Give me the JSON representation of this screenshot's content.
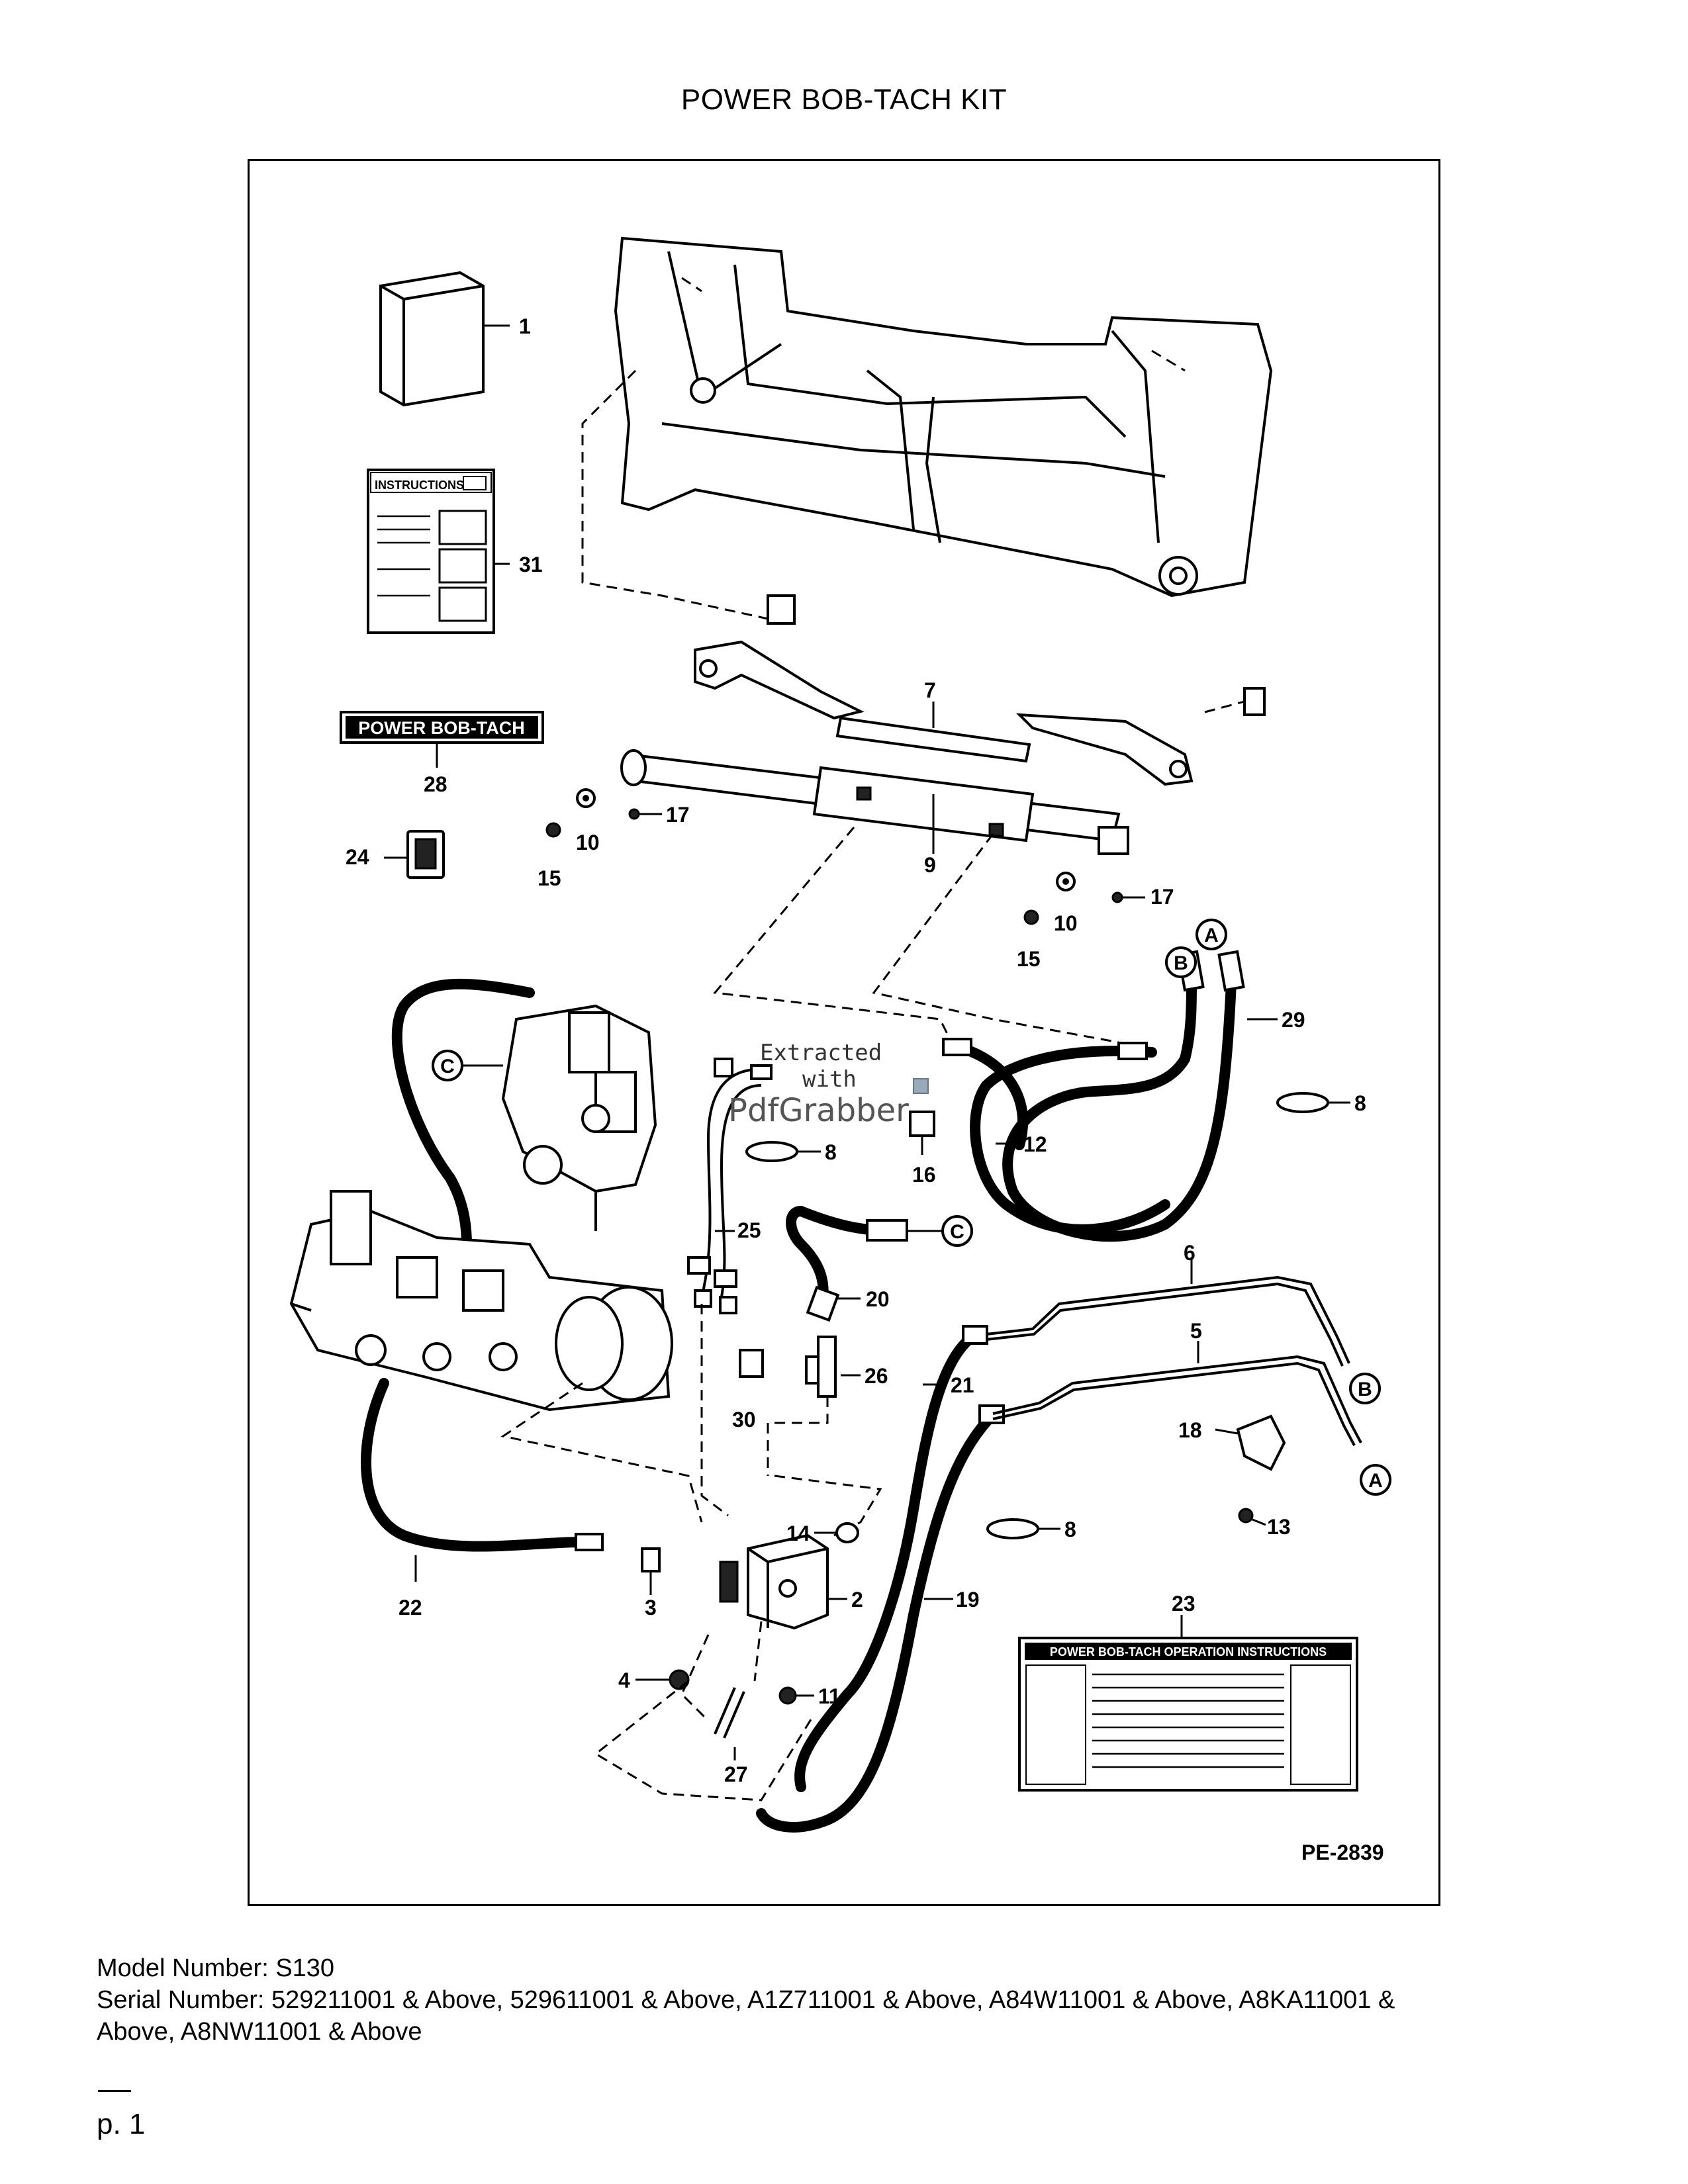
{
  "document": {
    "title": "POWER BOB-TACH KIT",
    "figure_code": "PE-2839",
    "labels": {
      "instructions_sheet": "INSTRUCTIONS",
      "decal_28": "POWER BOB-TACH",
      "decal_23": "POWER BOB-TACH OPERATION INSTRUCTIONS"
    },
    "watermark": {
      "line1": "Extracted",
      "line2": "with",
      "line3": "PdfGrabber"
    },
    "connectors": [
      "A",
      "B",
      "C"
    ],
    "callouts": [
      "1",
      "2",
      "3",
      "4",
      "5",
      "6",
      "7",
      "8",
      "9",
      "10",
      "11",
      "12",
      "13",
      "14",
      "15",
      "16",
      "17",
      "18",
      "19",
      "20",
      "21",
      "22",
      "23",
      "24",
      "25",
      "26",
      "27",
      "28",
      "29",
      "30",
      "31"
    ]
  },
  "footer": {
    "model": "Model Number: S130",
    "serial_line1": "Serial Number: 529211001 & Above, 529611001 & Above, A1Z711001 & Above, A84W11001 & Above, A8KA11001 &",
    "serial_line2": "Above, A8NW11001 & Above"
  },
  "page": {
    "number": "p. 1"
  }
}
